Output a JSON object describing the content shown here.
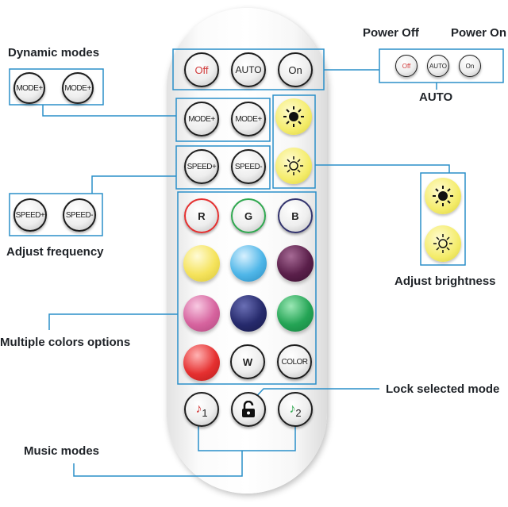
{
  "labels": {
    "dynamic_modes": "Dynamic modes",
    "power_off": "Power Off",
    "power_on": "Power On",
    "auto": "AUTO",
    "adjust_frequency": "Adjust frequency",
    "adjust_brightness": "Adjust brightness",
    "multiple_colors": "Multiple colors options",
    "lock_selected_mode": "Lock selected mode",
    "music_modes": "Music modes"
  },
  "buttons": {
    "off": "Off",
    "auto": "AUTO",
    "on": "On",
    "mode_plus": "MODE+",
    "speed_plus": "SPEED+",
    "speed_minus": "SPEED-",
    "r": "R",
    "g": "G",
    "b": "B",
    "w": "W",
    "color": "COLOR",
    "music1": "1",
    "music2": "2"
  },
  "colors": {
    "red": "#e53030",
    "green": "#2fa84f",
    "blue": "#33346e",
    "yellow": "#f5e35c",
    "cyan": "#4fb6e8",
    "purple": "#5a1f4a",
    "pink": "#d6639e",
    "navy": "#262a6c",
    "emerald": "#24a455",
    "accent_line": "#2a8fc9"
  },
  "icons": [
    "sun-dim-icon",
    "sun-bright-icon",
    "music-note-icon",
    "lock-icon"
  ]
}
